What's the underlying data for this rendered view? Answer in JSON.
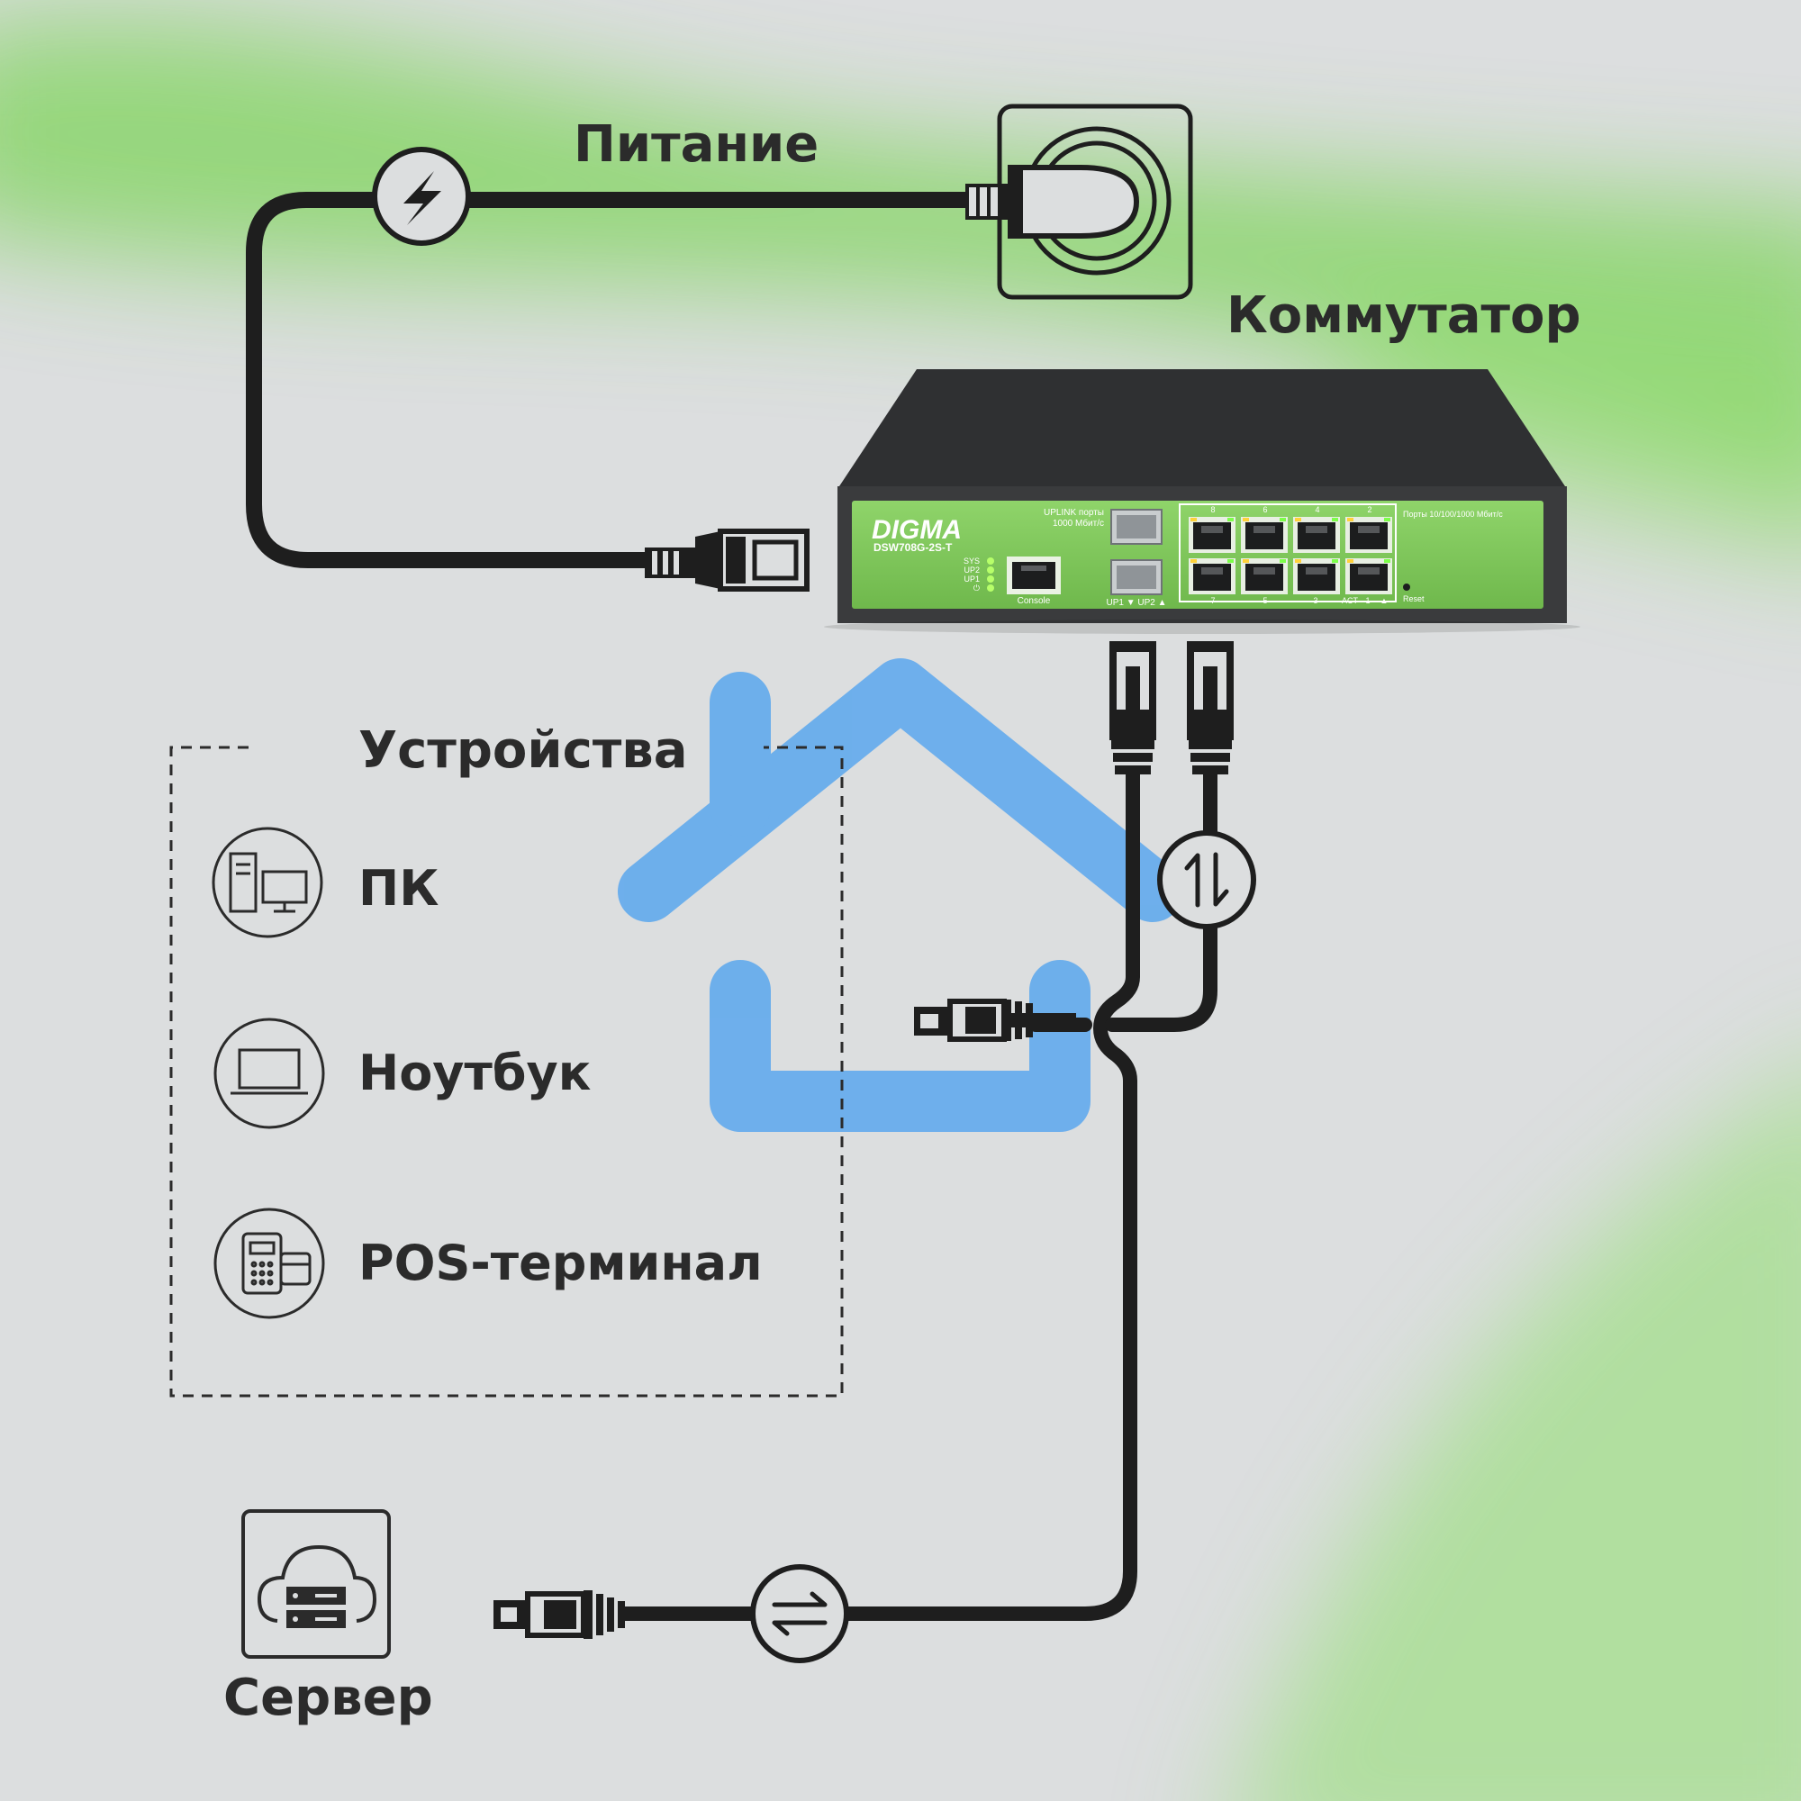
{
  "labels": {
    "power": "Питание",
    "switch": "Коммутатор",
    "devices": "Устройства",
    "pc": "ПК",
    "laptop": "Ноутбук",
    "pos": "POS-терминал",
    "server": "Сервер"
  },
  "switch_panel": {
    "brand": "DIGMA",
    "model": "DSW708G-2S-T",
    "uplink_label_1": "UPLINK порты",
    "uplink_label_2": "1000 Мбит/с",
    "ports_label": "Порты 10/100/1000 Мбит/с",
    "console_label": "Console",
    "sfp_label": "UP1 ▼ UP2 ▲",
    "leds": [
      "SYS",
      "UP2",
      "UP1",
      "⏻"
    ],
    "top_port_numbers": [
      "8",
      "6",
      "4",
      "2"
    ],
    "bottom_port_numbers": [
      "7",
      "5",
      "3",
      "ACT",
      "1",
      "▲"
    ],
    "reset_label": "Reset"
  },
  "icons": [
    "power-bolt-icon",
    "wall-socket-icon",
    "power-plug-icon",
    "house-icon",
    "pc-icon",
    "laptop-icon",
    "pos-terminal-icon",
    "cloud-server-icon",
    "rj45-connector-icon",
    "data-exchange-icon"
  ],
  "colors": {
    "background": "#dcdedf",
    "accent_green": "#7ec85a",
    "house_blue": "#5aa7ee",
    "cable": "#1e1e1e",
    "switch_body": "#3a3b3d"
  }
}
